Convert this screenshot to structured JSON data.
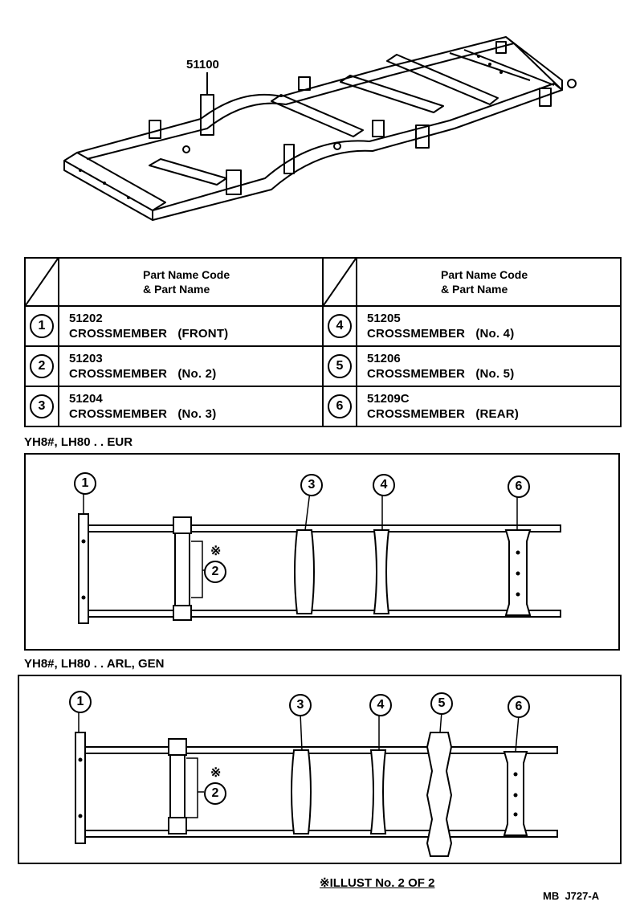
{
  "top_callout": "51100",
  "table": {
    "header_line1": "Part Name Code",
    "header_line2": "& Part Name",
    "rows": [
      {
        "num": "1",
        "code": "51202",
        "name": "CROSSMEMBER",
        "variant": "(FRONT)"
      },
      {
        "num": "2",
        "code": "51203",
        "name": "CROSSMEMBER",
        "variant": "(No. 2)"
      },
      {
        "num": "3",
        "code": "51204",
        "name": "CROSSMEMBER",
        "variant": "(No. 3)"
      },
      {
        "num": "4",
        "code": "51205",
        "name": "CROSSMEMBER",
        "variant": "(No. 4)"
      },
      {
        "num": "5",
        "code": "51206",
        "name": "CROSSMEMBER",
        "variant": "(No. 5)"
      },
      {
        "num": "6",
        "code": "51209C",
        "name": "CROSSMEMBER",
        "variant": "(REAR)"
      }
    ]
  },
  "section1": {
    "label": "YH8#, LH80 . . EUR",
    "callouts": [
      "1",
      "2",
      "3",
      "4",
      "6"
    ],
    "note_mark": "※"
  },
  "section2": {
    "label": "YH8#, LH80 . . ARL, GEN",
    "callouts": [
      "1",
      "2",
      "3",
      "4",
      "5",
      "6"
    ],
    "note_mark": "※"
  },
  "footer": "※ILLUST No. 2 OF 2",
  "drawing_code": "MB  J727-A"
}
